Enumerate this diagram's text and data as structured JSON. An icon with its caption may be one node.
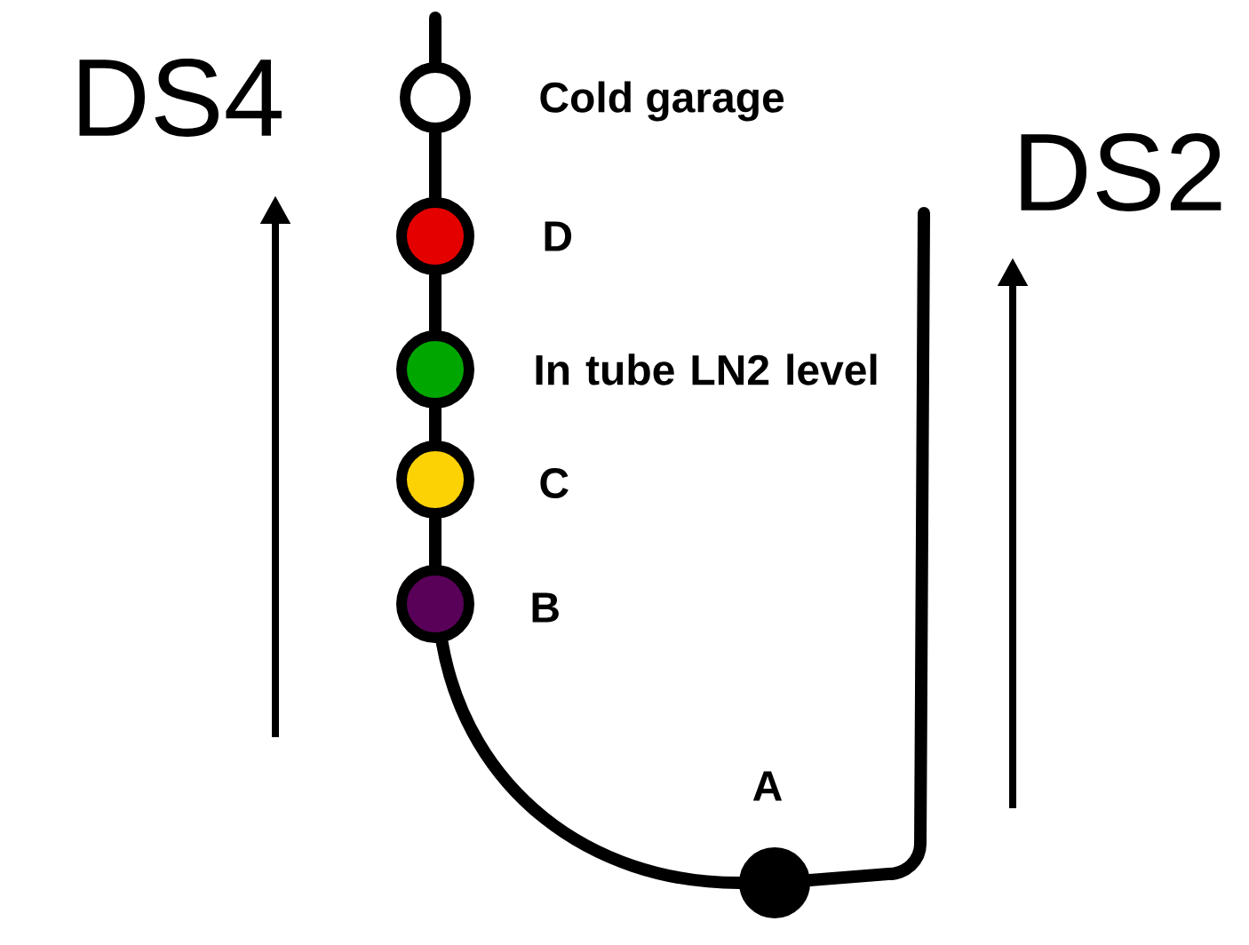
{
  "diagram": {
    "nodes": [
      {
        "text": [],
        "shape": "circle",
        "beside": [
          "Cold garage"
        ]
      },
      {
        "text": [],
        "shape": "circle",
        "beside": [
          "D"
        ]
      },
      {
        "text": [],
        "shape": "circle",
        "beside": [
          "In tube LN2 level"
        ]
      },
      {
        "text": [],
        "shape": "circle",
        "beside": [
          "C"
        ]
      },
      {
        "text": [],
        "shape": "circle",
        "beside": [
          "B"
        ]
      },
      {
        "text": [],
        "shape": "circle",
        "beside": [
          "A"
        ]
      }
    ],
    "edges": [
      {
        "from": null,
        "to": 0,
        "arrow": "none"
      },
      {
        "from": 0,
        "to": 1,
        "arrow": "none"
      },
      {
        "from": 1,
        "to": 2,
        "arrow": "none"
      },
      {
        "from": 2,
        "to": 3,
        "arrow": "none"
      },
      {
        "from": 3,
        "to": 4,
        "arrow": "none"
      },
      {
        "from": 4,
        "to": 5,
        "arrow": "none"
      },
      {
        "from": 5,
        "to": null,
        "arrow": "none"
      }
    ],
    "labels": [
      "DS4",
      "DS2"
    ]
  }
}
